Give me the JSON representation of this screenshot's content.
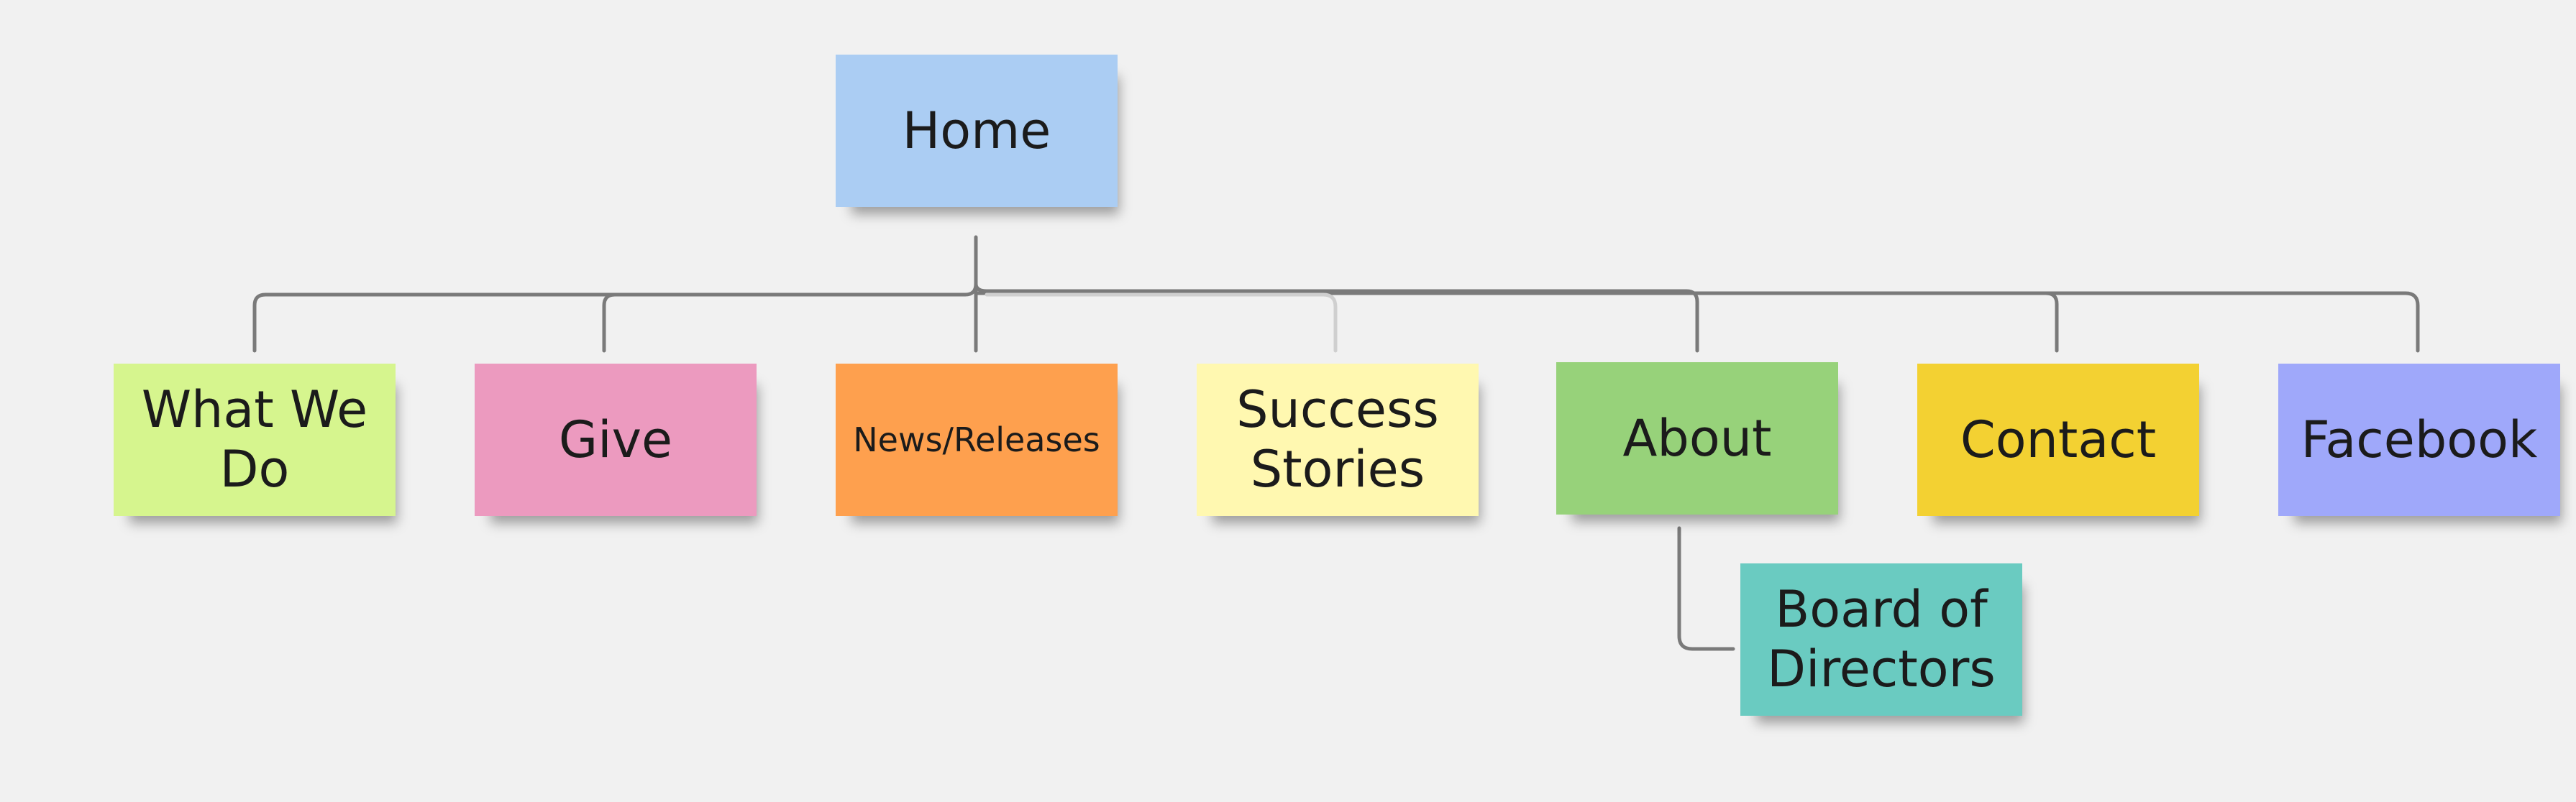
{
  "nodes": {
    "home": {
      "label": "Home",
      "color": "#abcdf3"
    },
    "what_we_do": {
      "label": "What We\nDo",
      "color": "#d6f58e"
    },
    "give": {
      "label": "Give",
      "color": "#ec9abf"
    },
    "news_releases": {
      "label": "News/Releases",
      "color": "#fea04e"
    },
    "success_stories": {
      "label": "Success\nStories",
      "color": "#fff8b0"
    },
    "about": {
      "label": "About",
      "color": "#97d27a"
    },
    "contact": {
      "label": "Contact",
      "color": "#f3d132"
    },
    "facebook": {
      "label": "Facebook",
      "color": "#9fa8fa"
    },
    "board_of_directors": {
      "label": "Board of\nDirectors",
      "color": "#6acbc1"
    }
  },
  "connector_color": "#7a7a7a"
}
